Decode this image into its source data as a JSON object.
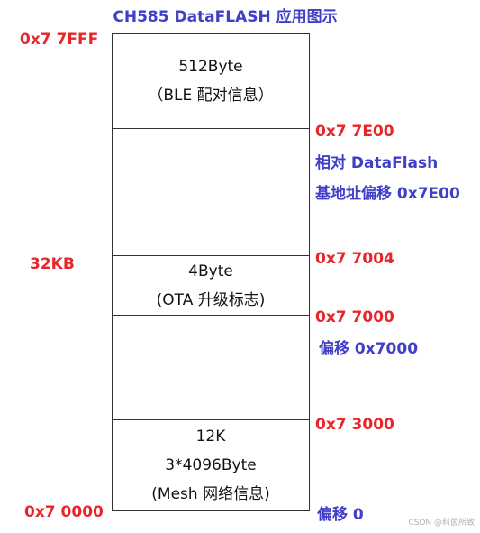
{
  "title": "CH585 DataFLASH 应用图示",
  "left_labels": {
    "top": "0x7 7FFF",
    "size": "32KB",
    "bottom": "0x7 0000"
  },
  "blocks": [
    {
      "lines": [
        "512Byte",
        "（BLE 配对信息）"
      ]
    },
    {
      "lines": []
    },
    {
      "lines": [
        "4Byte",
        "(OTA 升级标志)"
      ]
    },
    {
      "lines": []
    },
    {
      "lines": [
        "12K",
        "3*4096Byte",
        "(Mesh 网络信息)"
      ]
    }
  ],
  "right_labels": {
    "addr_7e00": "0x7 7E00",
    "note_7e00_line1": "相对 DataFlash",
    "note_7e00_line2": "基地址偏移 0x7E00",
    "addr_7004": "0x7 7004",
    "addr_7000": "0x7 7000",
    "note_7000": "偏移 0x7000",
    "addr_3000": "0x7 3000",
    "note_0": "偏移 0"
  },
  "watermark": "CSDN @科茵所致",
  "colors": {
    "address_red": "#e8262a",
    "note_blue": "#3f3fc8"
  }
}
